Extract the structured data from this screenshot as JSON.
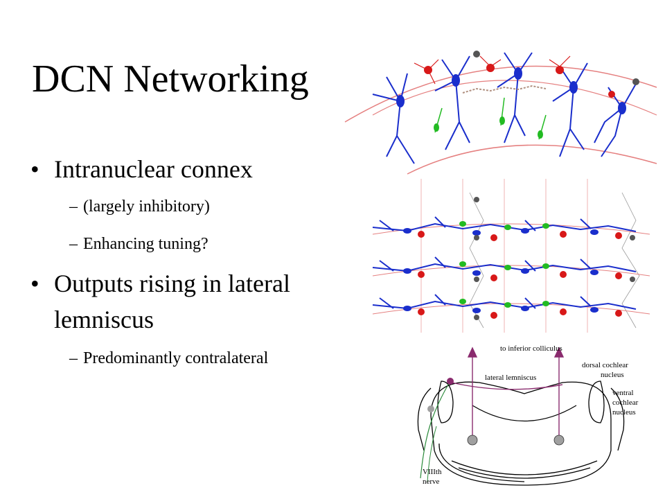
{
  "slide": {
    "title": "DCN Networking",
    "bullets": [
      {
        "text": "Intranuclear connex",
        "subbullets": [
          "(largely inhibitory)",
          "Enhancing tuning?"
        ]
      },
      {
        "lines": [
          "Outputs rising in lateral",
          "lemniscus"
        ],
        "subbullets": [
          "Predominantly contralateral"
        ]
      }
    ],
    "bullet_glyph": "•",
    "sub_glyph": "–"
  },
  "diagram": {
    "labels": {
      "to_ic": "to inferior colliculus",
      "lat_lem": "lateral lemniscus",
      "dcn_line1": "dorsal cochlear",
      "dcn_line2": "nucleus",
      "vcn_line1": "ventral",
      "vcn_line2": "cochlear",
      "vcn_line3": "nucleus",
      "nerve_line1": "VIIIth",
      "nerve_line2": "nerve"
    }
  },
  "colors": {
    "fusiform_cell": "#1a2ecc",
    "inhibitory_cell": "#d81818",
    "granule_cell": "#22bb22",
    "grid_cell": "#555555",
    "band_outline": "#e58080",
    "pathway": "#8a2b6e"
  }
}
